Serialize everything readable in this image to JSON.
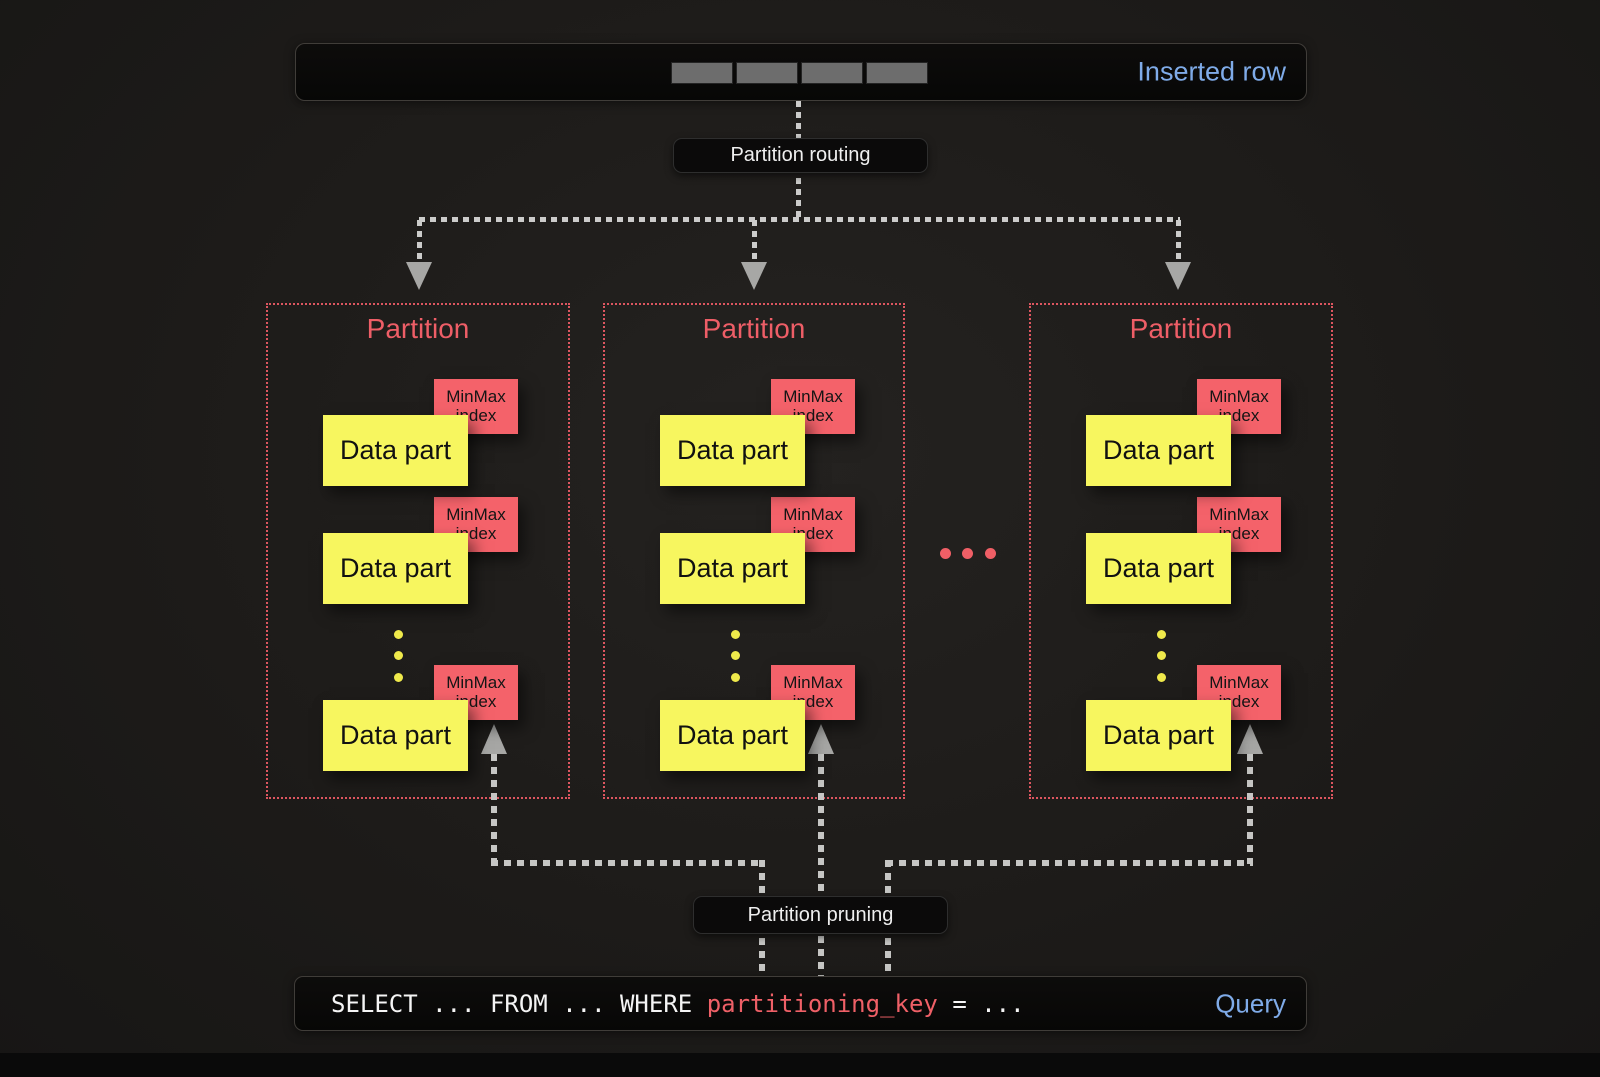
{
  "colors": {
    "background": "#1d1b19",
    "box_background": "#0b0a0a",
    "accent_blue": "#7fabe8",
    "partition_red": "#ee5e67",
    "minmax_red": "#f4626a",
    "data_part_yellow": "#f7f65f",
    "connector_gray": "#c6c6c4",
    "arrowhead_gray": "#a7a7a5"
  },
  "inserted_row": {
    "label": "Inserted row",
    "cell_count": 4
  },
  "routing": {
    "label": "Partition routing"
  },
  "partitions": [
    {
      "title": "Partition",
      "parts": [
        {
          "label": "Data part",
          "minmax": "MinMax\nindex"
        },
        {
          "label": "Data part",
          "minmax": "MinMax\nindex"
        },
        {
          "label": "Data part",
          "minmax": "MinMax\nindex"
        }
      ]
    },
    {
      "title": "Partition",
      "parts": [
        {
          "label": "Data part",
          "minmax": "MinMax\nindex"
        },
        {
          "label": "Data part",
          "minmax": "MinMax\nindex"
        },
        {
          "label": "Data part",
          "minmax": "MinMax\nindex"
        }
      ]
    },
    {
      "title": "Partition",
      "parts": [
        {
          "label": "Data part",
          "minmax": "MinMax\nindex"
        },
        {
          "label": "Data part",
          "minmax": "MinMax\nindex"
        },
        {
          "label": "Data part",
          "minmax": "MinMax\nindex"
        }
      ]
    }
  ],
  "pruning": {
    "label": "Partition pruning"
  },
  "query": {
    "pre": "SELECT ... FROM ... WHERE ",
    "key": "partitioning_key",
    "post": " = ...",
    "label": "Query"
  }
}
